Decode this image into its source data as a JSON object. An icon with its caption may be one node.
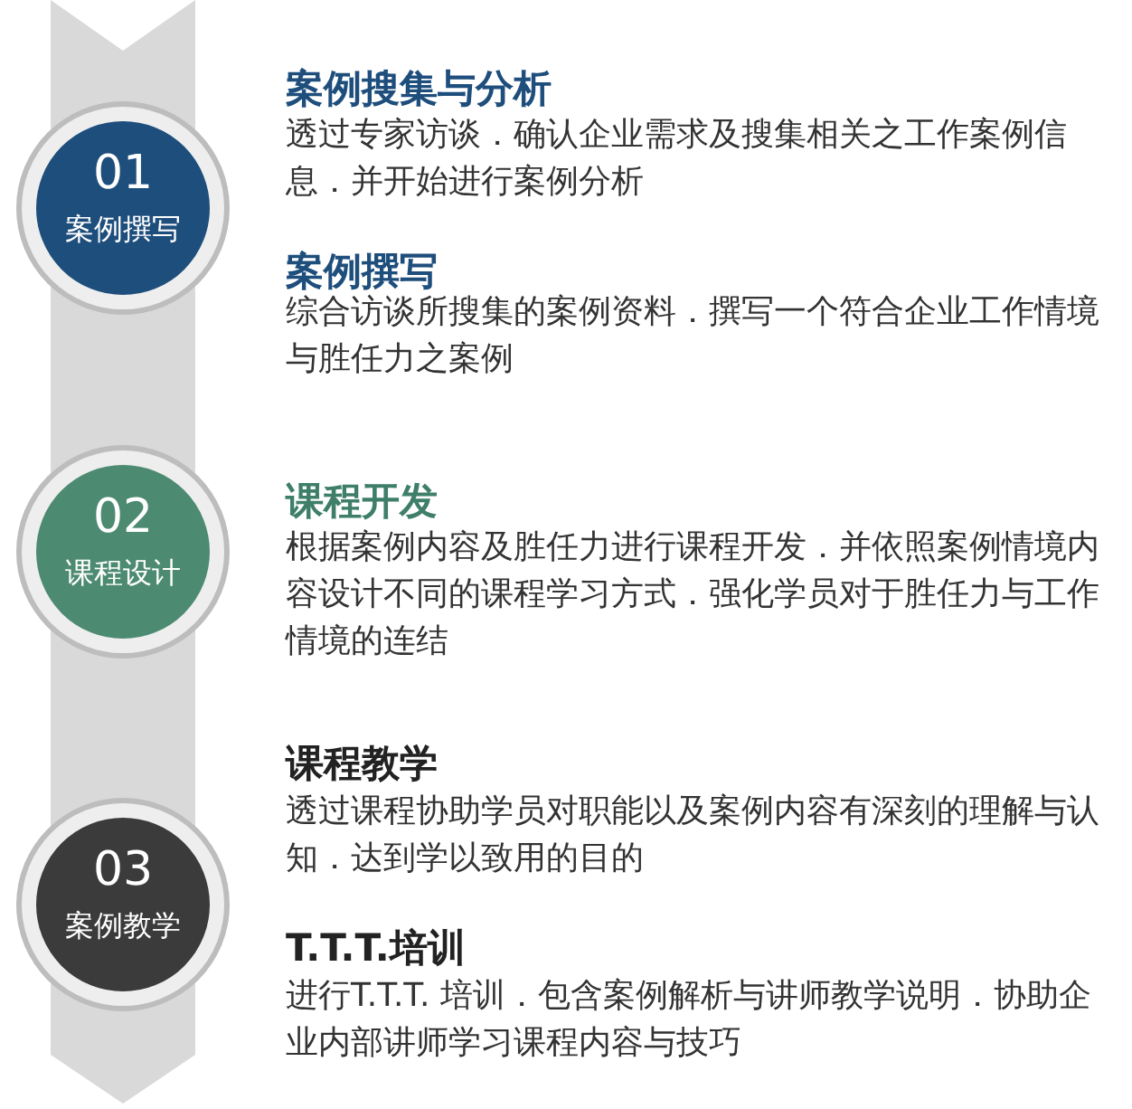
{
  "diagram": {
    "nodes": [
      {
        "text": [
          "01",
          "案例撰写"
        ],
        "beside": [
          "案例搜集与分析",
          "透过专家访谈．确认企业需求及搜集相关之工作案例信息．并开始进行案例分析",
          "案例撰写",
          "综合访谈所搜集的案例资料．撰写一个符合企业工作情境与胜任力之案例"
        ]
      },
      {
        "text": [
          "02",
          "课程设计"
        ],
        "beside": [
          "课程开发",
          "根据案例内容及胜任力进行课程开发．并依照案例情境内容设计不同的课程学习方式．强化学员对于胜任力与工作情境的连结"
        ]
      },
      {
        "text": [
          "03",
          "案例教学"
        ],
        "beside": [
          "课程教学",
          "透过课程协助学员对职能以及案例内容有深刻的理解与认知．达到学以致用的目的",
          "T.T.T.培训",
          "进行T.T.T. 培训．包含案例解析与讲师教学说明．协助企业内部讲师学习课程内容与技巧"
        ]
      }
    ],
    "edges": []
  }
}
